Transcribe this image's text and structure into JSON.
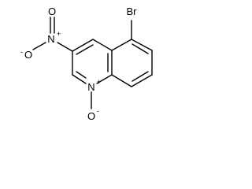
{
  "molecule": {
    "atoms": {
      "bromine": "Br",
      "nitro_nitrogen": "N",
      "nitro_oxygen_top": "O",
      "nitro_oxygen_left": "O",
      "ring_nitrogen": "N",
      "n_oxide_oxygen": "O"
    },
    "charges": {
      "nitro_nitrogen": "+",
      "nitro_oxygen_left": "-",
      "ring_nitrogen": "+",
      "n_oxide_oxygen": "-"
    }
  },
  "colors": {
    "bond": "#000000",
    "text": "#000000",
    "background": "#ffffff"
  }
}
